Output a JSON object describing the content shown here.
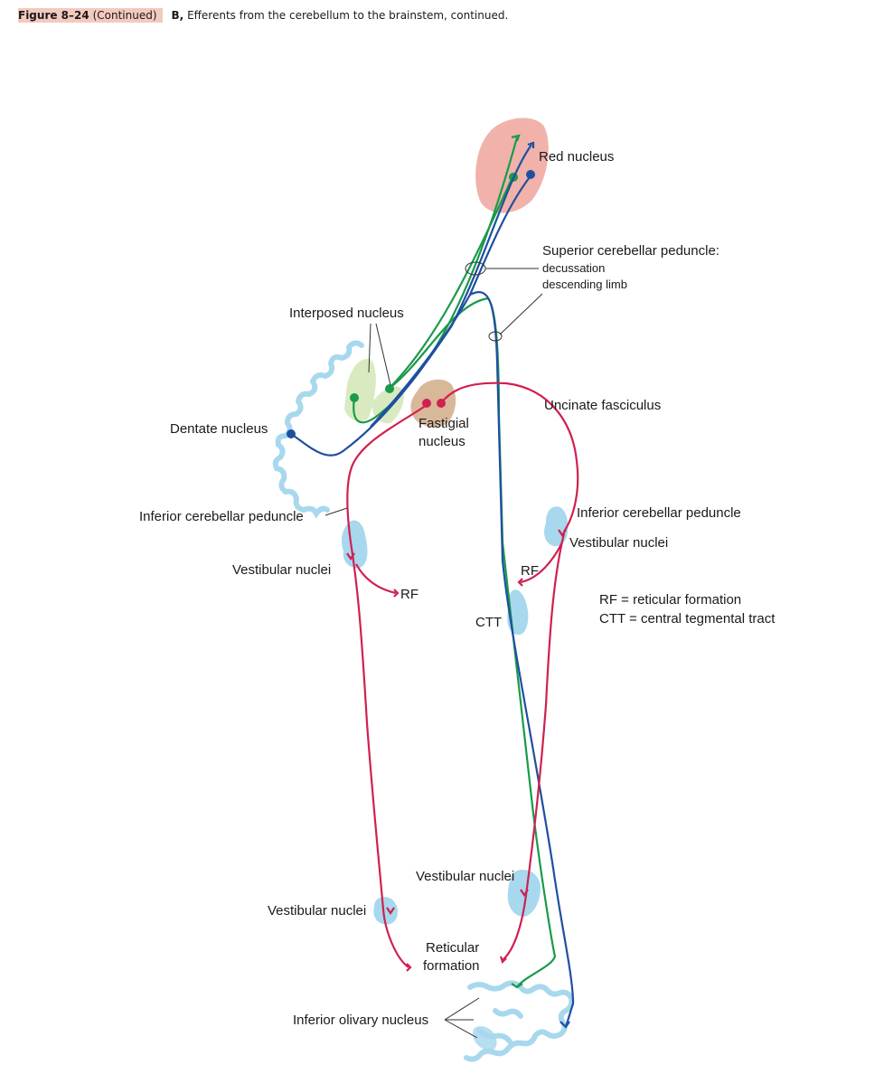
{
  "caption": {
    "figure": "Figure 8–24",
    "continued": "(Continued)",
    "panel": "B,",
    "text": "Efferents from the cerebellum to the brainstem, continued."
  },
  "labels": {
    "red_nucleus": "Red nucleus",
    "scp_title": "Superior cerebellar peduncle:",
    "scp_decussation": "decussation",
    "scp_descending": "descending limb",
    "interposed_nucleus": "Interposed nucleus",
    "dentate_nucleus": "Dentate nucleus",
    "uncinate_fasciculus": "Uncinate fasciculus",
    "fastigial_line1": "Fastigial",
    "fastigial_line2": "nucleus",
    "icp_left": "Inferior cerebellar peduncle",
    "icp_right": "Inferior cerebellar peduncle",
    "vestibular_left_upper": "Vestibular nuclei",
    "vestibular_right_upper": "Vestibular nuclei",
    "rf_left": "RF",
    "rf_right": "RF",
    "ctt": "CTT",
    "legend_rf": "RF = reticular formation",
    "legend_ctt": "CTT = central tegmental tract",
    "vestibular_right_lower": "Vestibular nuclei",
    "vestibular_left_lower": "Vestibular nuclei",
    "reticular_line1": "Reticular",
    "reticular_line2": "formation",
    "inferior_olivary": "Inferior olivary nucleus"
  },
  "colors": {
    "green_pathway": "#1a9a4a",
    "blue_pathway": "#1f4fa0",
    "red_pathway": "#d0214f",
    "nucleus_cyan": "#a8d8ee",
    "red_nucleus_fill": "#f0b2ab",
    "interposed_fill": "#d9eac0",
    "fastigial_fill": "#d9b89a",
    "caption_highlight": "#f4c9bf"
  }
}
